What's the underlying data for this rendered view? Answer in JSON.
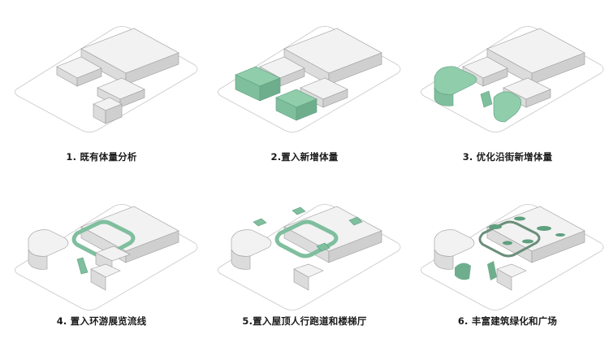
{
  "steps": [
    {
      "label": "1. 既有体量分析"
    },
    {
      "label": "2.置入新增体量"
    },
    {
      "label": "3. 优化沿街新增体量"
    },
    {
      "label": "4. 置入环游展览流线"
    },
    {
      "label": "5.置入屋顶人行跑道和楼梯厅"
    },
    {
      "label": "6. 丰富建筑绿化和广场"
    }
  ],
  "colors": {
    "site_outline": "#c8c8c8",
    "building_top": "#f2f2f2",
    "building_side": "#d9d9d9",
    "building_edge": "#9a9a9a",
    "new_volume": "#7fbf9e",
    "new_volume_dark": "#5e9f7f"
  }
}
